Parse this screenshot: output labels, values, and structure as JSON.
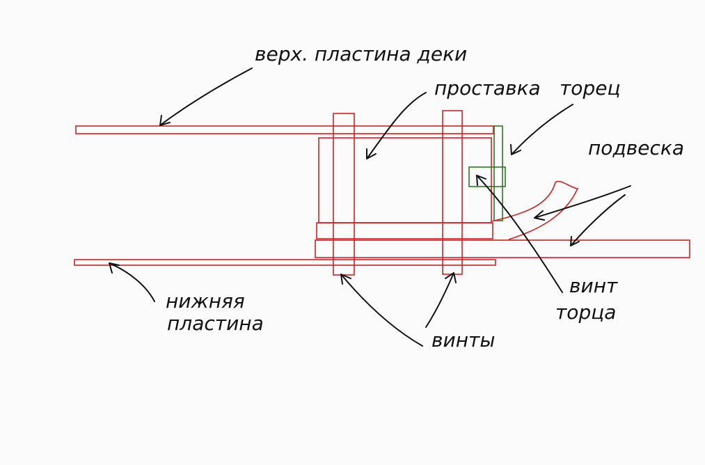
{
  "labels": {
    "top_plate": "верх. пластина деки",
    "spacer": "проставка",
    "end_cap": "торец",
    "hanger": "подвеска",
    "end_screw_line1": "винт",
    "end_screw_line2": "торца",
    "screws": "винты",
    "bottom_plate_line1": "нижняя",
    "bottom_plate_line2": "пластина"
  },
  "colors": {
    "parts": "#d42020",
    "end_parts": "#2a7a1e",
    "annotations": "#111111",
    "background": "#fbfbfb"
  }
}
